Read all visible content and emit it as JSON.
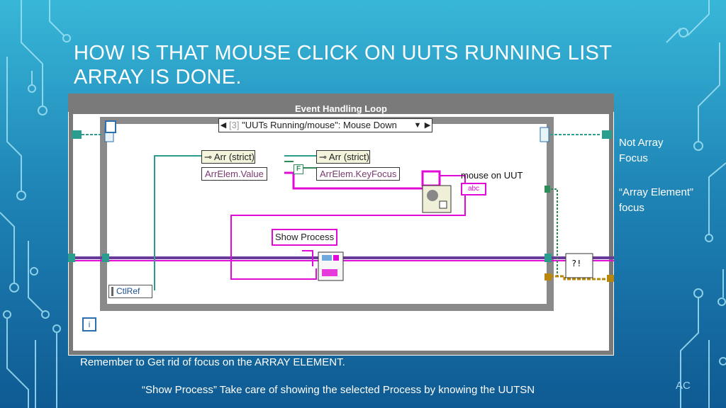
{
  "slide": {
    "title": "How is that mouse click  on UUTs Running list array is done.",
    "footer_note": "Remember to Get rid of focus on the ARRAY ELEMENT.",
    "footer_detail": "“Show Process” Take care of showing the selected Process by knowing the UUTSN",
    "initials": "AC"
  },
  "side_notes": {
    "note1": "Not Array Focus",
    "note1_line1": "Not Array",
    "note1_line2": "Focus",
    "note2_line1": "“Array Element”",
    "note2_line2": "focus"
  },
  "diagram": {
    "loop_title": "Event Handling Loop",
    "case_index": "[3]",
    "case_label": "\"UUTs Running/mouse\": Mouse Down",
    "property_node_1_class": "Arr (strict)",
    "property_node_1_prop": "ArrElem.Value",
    "property_node_2_class": "Arr (strict)",
    "property_node_2_prop": "ArrElem.KeyFocus",
    "bool_constant": "F",
    "mouse_label": "mouse on UUT",
    "string_indicator": "abc",
    "show_process_label": "Show Process",
    "ctlref_label": "CtlRef",
    "iteration_terminal": "i",
    "wire_colors": {
      "boolean": "#2e8b57",
      "string": "#e10ad6",
      "cluster": "#8b4513",
      "reference": "#008080",
      "enum": "#3a3aa0"
    },
    "loop_frame_color": "#8a8a8a",
    "selector_icons": [
      "left-arrow-icon",
      "dropdown-icon",
      "right-arrow-icon"
    ]
  },
  "colors": {
    "bg_top": "#38b7d8",
    "bg_bottom": "#0f5a93",
    "text": "#ffffff"
  }
}
